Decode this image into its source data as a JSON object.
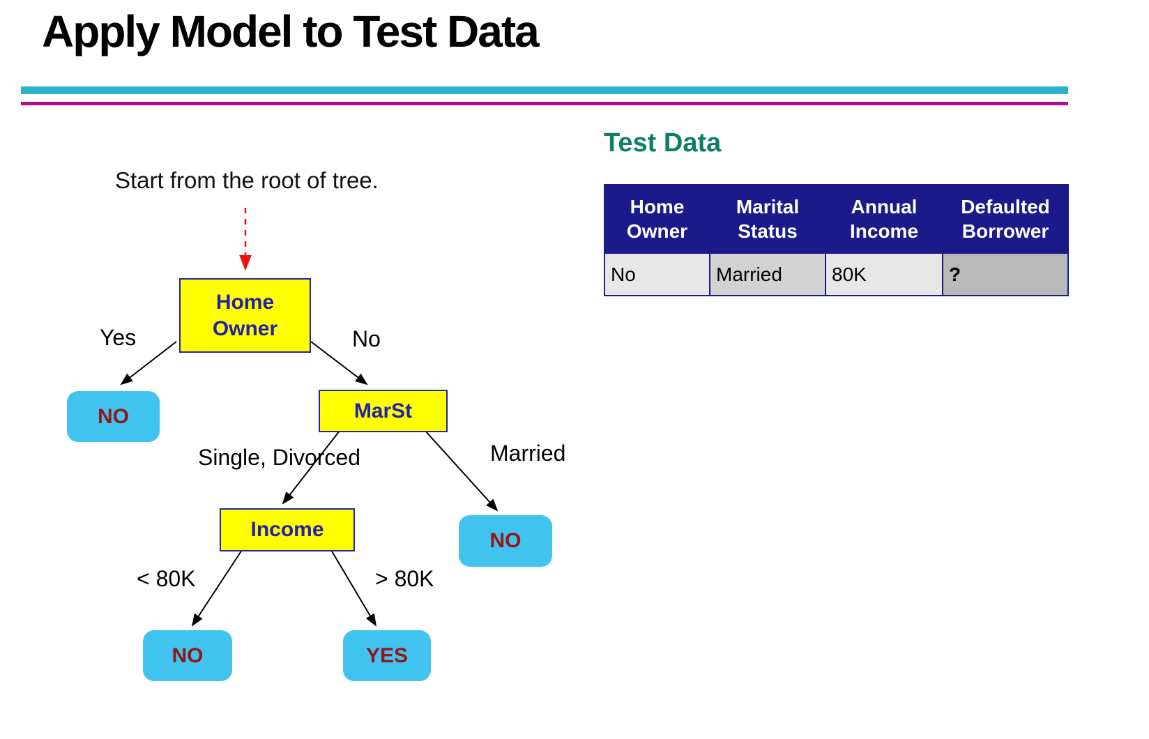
{
  "title": "Apply Model to Test Data",
  "colors": {
    "divider_teal": "#2bb3cc",
    "divider_magenta": "#ad0e8e",
    "decision_node_fill": "#ffff00",
    "decision_node_border": "#2222aa",
    "decision_node_text": "#2222aa",
    "leaf_node_fill": "#41c3f0",
    "leaf_node_text": "#941616",
    "start_arrow": "#ee1111",
    "edge_color": "#000000",
    "test_data_heading": "#0d7f66",
    "table_header_bg": "#1a1a8a",
    "table_header_text": "#ffffff",
    "cell_light": "#e7e7e7",
    "cell_medium": "#d2d2d2",
    "cell_dark": "#b9b9b9"
  },
  "tree": {
    "annotation": "Start from the root of tree.",
    "nodes": [
      {
        "id": "home-owner",
        "type": "decision",
        "label": "Home\nOwner"
      },
      {
        "id": "marst",
        "type": "decision",
        "label": "MarSt"
      },
      {
        "id": "income",
        "type": "decision",
        "label": "Income"
      },
      {
        "id": "leaf-no-homeowner-yes",
        "type": "leaf",
        "label": "NO"
      },
      {
        "id": "leaf-no-married",
        "type": "leaf",
        "label": "NO"
      },
      {
        "id": "leaf-no-low-income",
        "type": "leaf",
        "label": "NO"
      },
      {
        "id": "leaf-yes-high-income",
        "type": "leaf",
        "label": "YES"
      }
    ],
    "edges": [
      {
        "from": "home-owner",
        "to": "leaf-no-homeowner-yes",
        "label": "Yes"
      },
      {
        "from": "home-owner",
        "to": "marst",
        "label": "No"
      },
      {
        "from": "marst",
        "to": "income",
        "label": "Single, Divorced"
      },
      {
        "from": "marst",
        "to": "leaf-no-married",
        "label": "Married"
      },
      {
        "from": "income",
        "to": "leaf-no-low-income",
        "label": "< 80K"
      },
      {
        "from": "income",
        "to": "leaf-yes-high-income",
        "label": "> 80K"
      }
    ]
  },
  "test_data": {
    "heading": "Test Data",
    "columns": [
      "Home\nOwner",
      "Marital\nStatus",
      "Annual\nIncome",
      "Defaulted\nBorrower"
    ],
    "rows": [
      [
        "No",
        "Married",
        "80K",
        "?"
      ]
    ]
  }
}
